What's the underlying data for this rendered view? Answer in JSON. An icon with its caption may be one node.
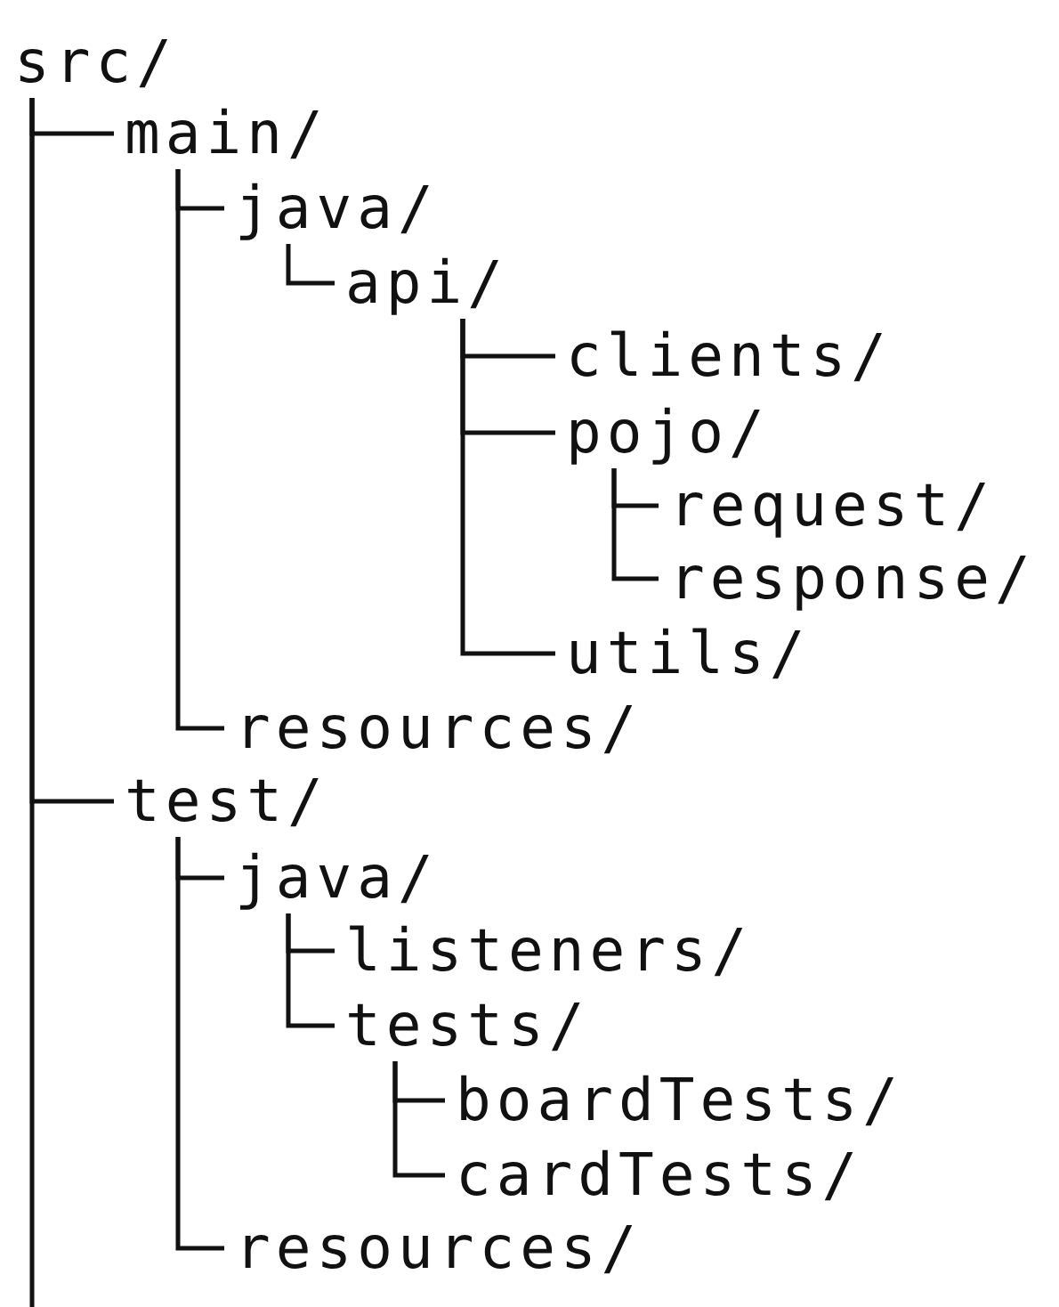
{
  "diagram": {
    "nodes": [
      {
        "text": [
          "src/"
        ]
      },
      {
        "text": [
          "main/"
        ]
      },
      {
        "text": [
          "java/"
        ]
      },
      {
        "text": [
          "api/"
        ]
      },
      {
        "text": [
          "clients/"
        ]
      },
      {
        "text": [
          "pojo/"
        ]
      },
      {
        "text": [
          "request/"
        ]
      },
      {
        "text": [
          "response/"
        ]
      },
      {
        "text": [
          "utils/"
        ]
      },
      {
        "text": [
          "resources/"
        ]
      },
      {
        "text": [
          "test/"
        ]
      },
      {
        "text": [
          "java/"
        ]
      },
      {
        "text": [
          "listeners/"
        ]
      },
      {
        "text": [
          "tests/"
        ]
      },
      {
        "text": [
          "boardTests/"
        ]
      },
      {
        "text": [
          "cardTests/"
        ]
      },
      {
        "text": [
          "resources/"
        ]
      }
    ],
    "edges": [
      {
        "from": 0,
        "to": 1,
        "arrow": "none"
      },
      {
        "from": 1,
        "to": 2,
        "arrow": "none"
      },
      {
        "from": 2,
        "to": 3,
        "arrow": "none"
      },
      {
        "from": 3,
        "to": 4,
        "arrow": "none"
      },
      {
        "from": 3,
        "to": 5,
        "arrow": "none"
      },
      {
        "from": 5,
        "to": 6,
        "arrow": "none"
      },
      {
        "from": 5,
        "to": 7,
        "arrow": "none"
      },
      {
        "from": 3,
        "to": 8,
        "arrow": "none"
      },
      {
        "from": 1,
        "to": 9,
        "arrow": "none"
      },
      {
        "from": 0,
        "to": 10,
        "arrow": "none"
      },
      {
        "from": 10,
        "to": 11,
        "arrow": "none"
      },
      {
        "from": 11,
        "to": 12,
        "arrow": "none"
      },
      {
        "from": 11,
        "to": 13,
        "arrow": "none"
      },
      {
        "from": 13,
        "to": 14,
        "arrow": "none"
      },
      {
        "from": 13,
        "to": 15,
        "arrow": "none"
      },
      {
        "from": 10,
        "to": 16,
        "arrow": "none"
      },
      {
        "from": 0,
        "to": null,
        "arrow": "none"
      }
    ]
  }
}
